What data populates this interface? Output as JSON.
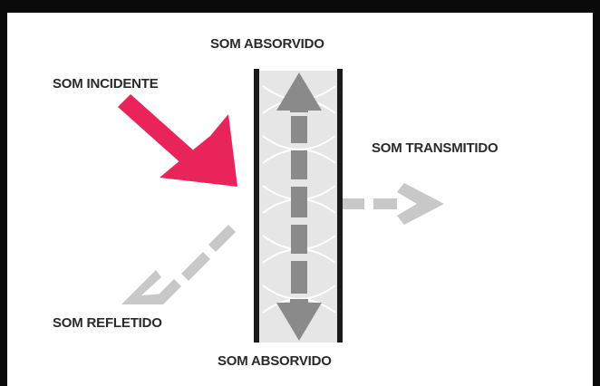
{
  "labels": {
    "absorbed_top": "SOM ABSORVIDO",
    "incident": "SOM INCIDENTE",
    "transmitted": "SOM TRANSMITIDO",
    "reflected": "SOM REFLETIDO",
    "absorbed_bottom": "SOM ABSORVIDO"
  },
  "colors": {
    "frame": "#0a0a0a",
    "incident_arrow": "#e8245a",
    "gray_arrow": "#c8c8c8",
    "dark_arrow": "#8a8a8a",
    "wall_fill": "#e6e6e6",
    "wall_border": "#1a1a1a",
    "label_text": "#2a2a2a"
  },
  "icons": {
    "incident": "solid-diagonal-arrow",
    "reflected": "dashed-arrow",
    "transmitted": "dashed-arrow",
    "absorbed": "dashed-double-arrow"
  }
}
